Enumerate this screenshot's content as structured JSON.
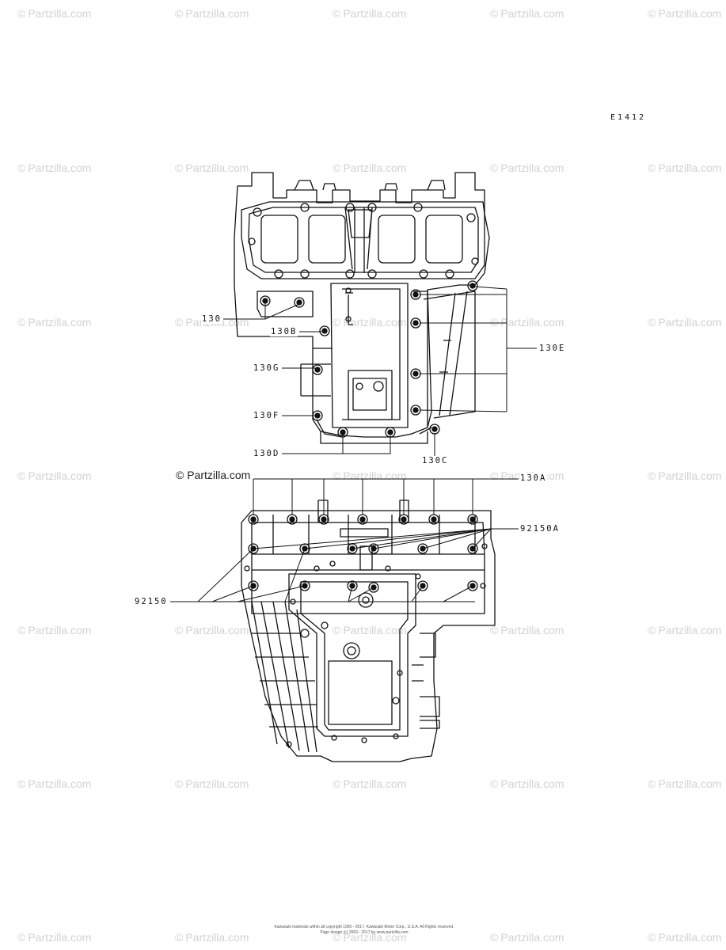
{
  "watermark": {
    "text": "Partzilla.com",
    "symbol": "©"
  },
  "diagram_code": "E1412",
  "copyright": "© Partzilla.com",
  "labels": {
    "130": "130",
    "130A": "130A",
    "130B": "130B",
    "130C": "130C",
    "130D": "130D",
    "130E": "130E",
    "130F": "130F",
    "130G": "130G",
    "92150": "92150",
    "92150A": "92150A"
  },
  "footer": {
    "line1": "Kawasaki materials within all copyright 1995 - 2017, Kawasaki Motor Corp., U.S.A. All Rights reserved.",
    "line2": "Page design (c) 2003 - 2017 by www.partzilla.com"
  },
  "colors": {
    "ink": "#111111",
    "watermark": "#d2d2d2"
  }
}
